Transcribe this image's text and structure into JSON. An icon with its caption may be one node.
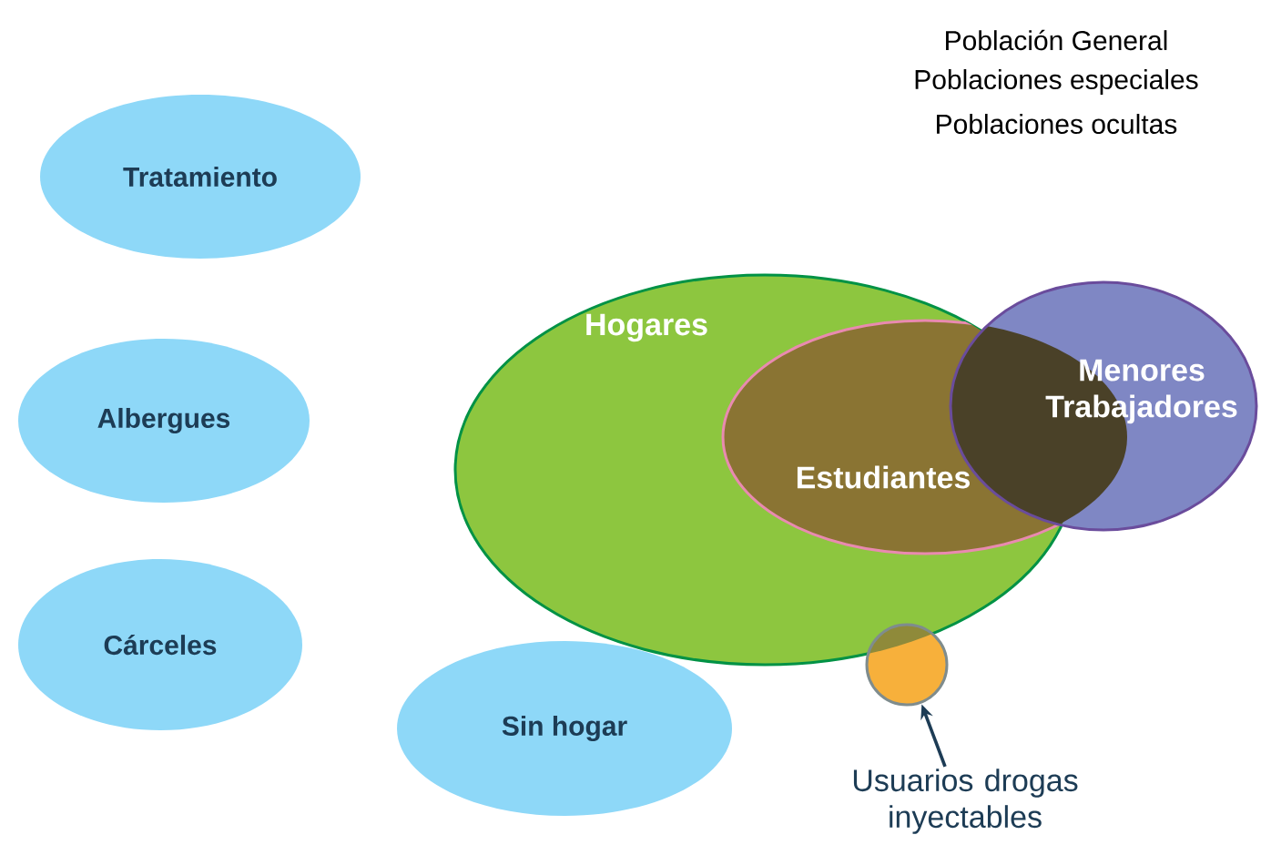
{
  "diagram": {
    "nodes": [
      {
        "text": [
          "Tratamiento"
        ]
      },
      {
        "text": [
          "Albergues"
        ]
      },
      {
        "text": [
          "Cárceles"
        ]
      },
      {
        "text": [
          "Sin hogar"
        ]
      },
      {
        "text": [
          "Hogares"
        ]
      },
      {
        "text": [
          "Estudiantes"
        ],
        "in": 4
      },
      {
        "text": [
          "Menores Trabajadores"
        ]
      },
      {
        "text": [],
        "shape": "circle"
      },
      {
        "text": [
          "Usuarios drogas inyectables"
        ]
      }
    ],
    "edges": [
      {
        "from": 8,
        "to": 7,
        "arrow": "to"
      }
    ],
    "labels": [
      "Población General",
      "Poblaciones especiales",
      "Poblaciones ocultas"
    ]
  }
}
